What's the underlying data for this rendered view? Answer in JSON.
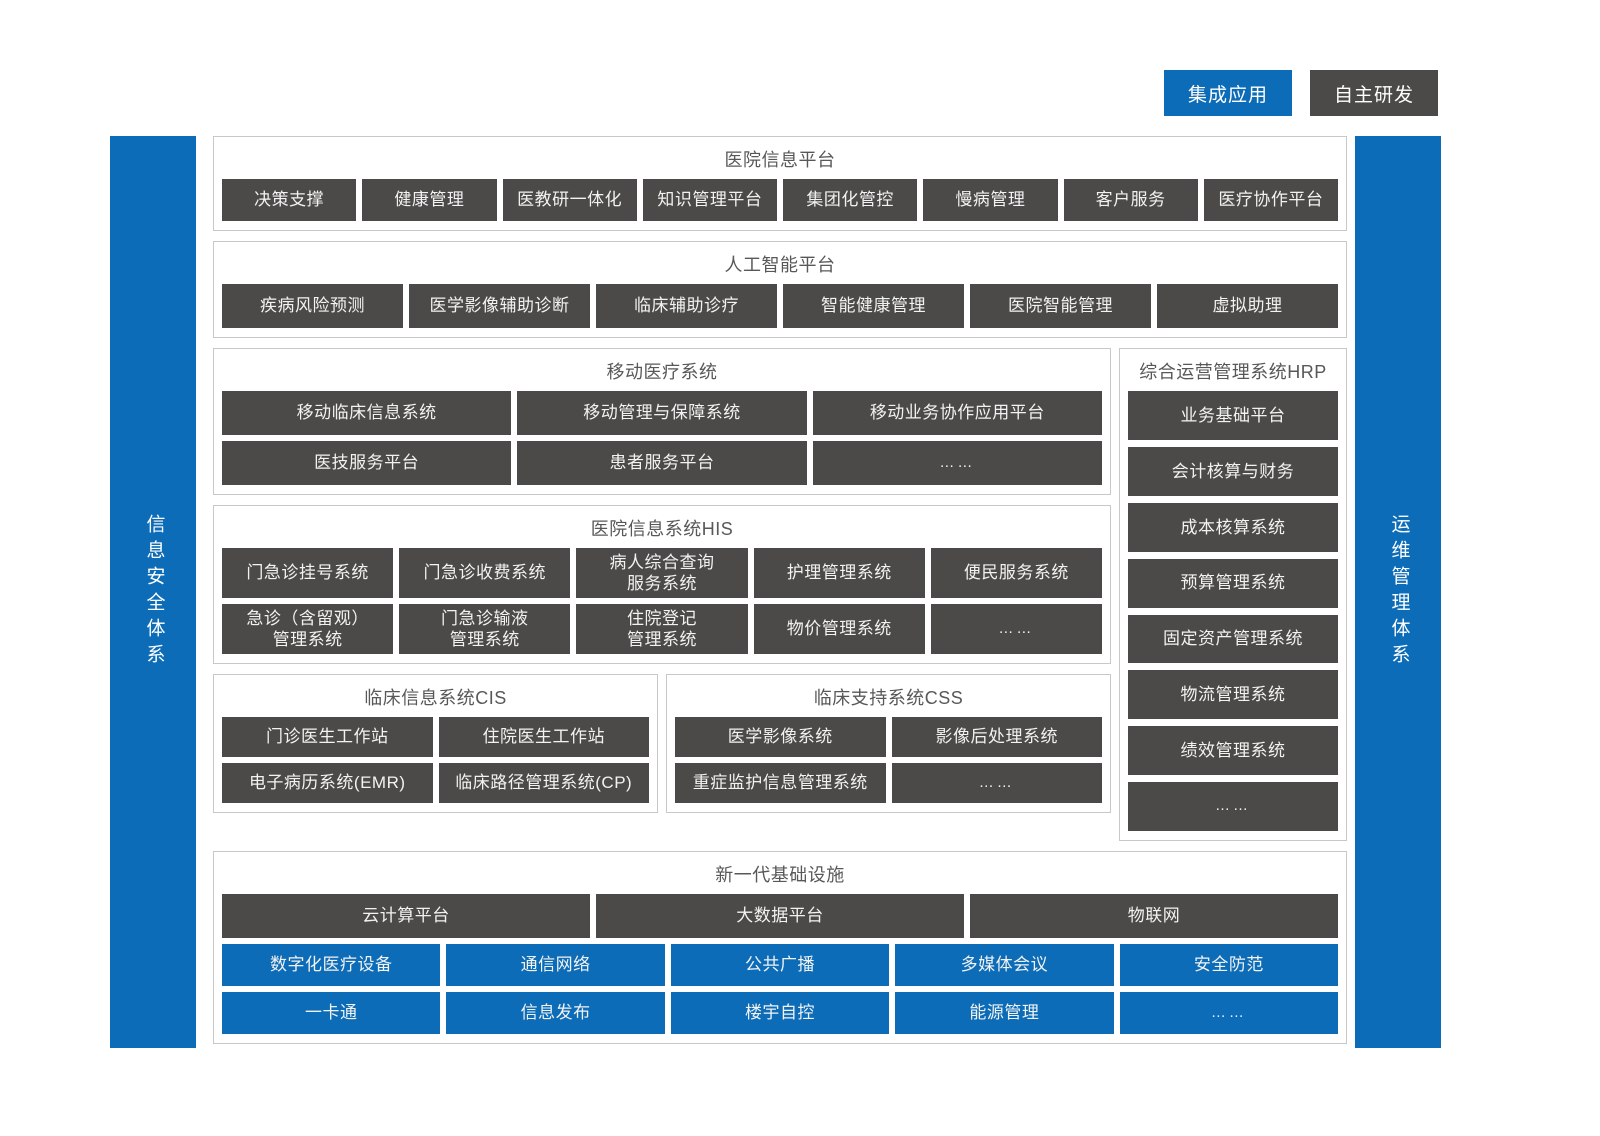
{
  "legend": {
    "integrated_label": "集成应用",
    "selfdeveloped_label": "自主研发",
    "colors": {
      "integrated": "#0c6cb8",
      "self_developed": "#4b4a48"
    }
  },
  "side_bars": {
    "left": "信息安全体系",
    "right": "运维管理体系"
  },
  "sections": {
    "hospital_information_platform": {
      "title": "医院信息平台",
      "items": [
        "决策支撑",
        "健康管理",
        "医教研一体化",
        "知识管理平台",
        "集团化管控",
        "慢病管理",
        "客户服务",
        "医疗协作平台"
      ]
    },
    "ai_platform": {
      "title": "人工智能平台",
      "items": [
        "疾病风险预测",
        "医学影像辅助诊断",
        "临床辅助诊疗",
        "智能健康管理",
        "医院智能管理",
        "虚拟助理"
      ]
    },
    "mobile_medical": {
      "title": "移动医疗系统",
      "row1": [
        "移动临床信息系统",
        "移动管理与保障系统",
        "移动业务协作应用平台"
      ],
      "row2": [
        "医技服务平台",
        "患者服务平台",
        "……"
      ]
    },
    "his": {
      "title": "医院信息系统HIS",
      "row1": [
        "门急诊挂号系统",
        "门急诊收费系统",
        "病人综合查询\n服务系统",
        "护理管理系统",
        "便民服务系统"
      ],
      "row2": [
        "急诊（含留观）\n管理系统",
        "门急诊输液\n管理系统",
        "住院登记\n管理系统",
        "物价管理系统",
        "……"
      ]
    },
    "cis": {
      "title": "临床信息系统CIS",
      "row1": [
        "门诊医生工作站",
        "住院医生工作站"
      ],
      "row2": [
        "电子病历系统(EMR)",
        "临床路径管理系统(CP)"
      ]
    },
    "css": {
      "title": "临床支持系统CSS",
      "row1": [
        "医学影像系统",
        "影像后处理系统"
      ],
      "row2": [
        "重症监护信息管理系统",
        "……"
      ]
    },
    "hrp": {
      "title": "综合运营管理系统HRP",
      "items": [
        "业务基础平台",
        "会计核算与财务",
        "成本核算系统",
        "预算管理系统",
        "固定资产管理系统",
        "物流管理系统",
        "绩效管理系统",
        "……"
      ]
    },
    "infrastructure": {
      "title": "新一代基础设施",
      "row1": [
        "云计算平台",
        "大数据平台",
        "物联网"
      ],
      "row2": [
        "数字化医疗设备",
        "通信网络",
        "公共广播",
        "多媒体会议",
        "安全防范"
      ],
      "row3": [
        "一卡通",
        "信息发布",
        "楼宇自控",
        "能源管理",
        "……"
      ]
    }
  }
}
